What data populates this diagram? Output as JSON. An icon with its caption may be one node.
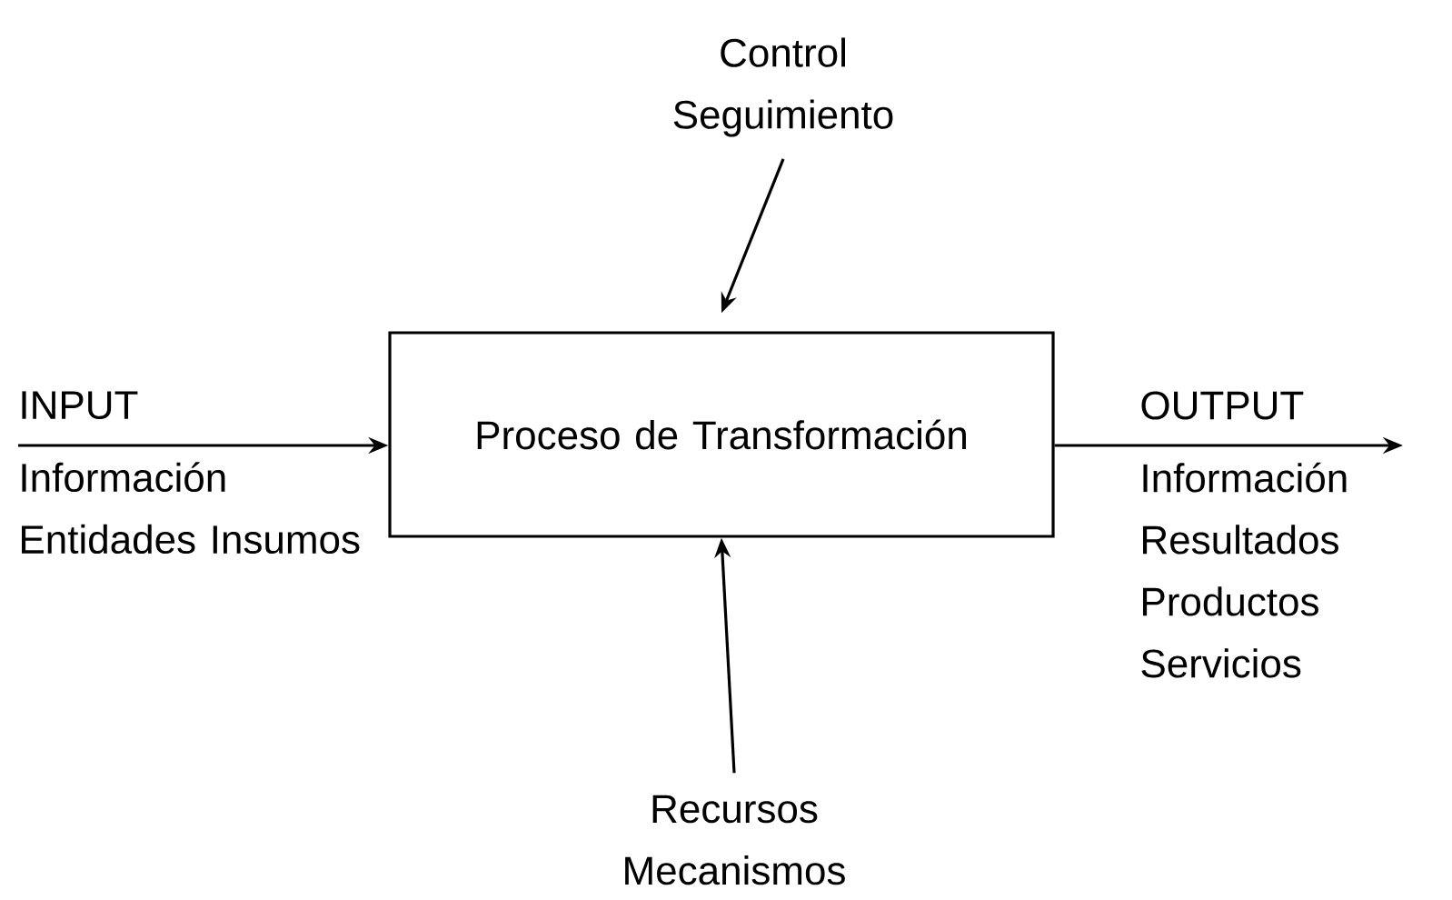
{
  "diagram": {
    "nodes": [
      {
        "text": [
          "Control Seguimiento"
        ]
      },
      {
        "text": [
          "Proceso de Transformación"
        ]
      },
      {
        "text": [
          "INPUT",
          "Información Entidades Insumos"
        ]
      },
      {
        "text": [
          "OUTPUT",
          "Información Resultados Productos Servicios"
        ]
      },
      {
        "text": [
          "Recursos Mecanismos"
        ]
      }
    ],
    "edges": [
      {
        "from": 0,
        "to": 1,
        "arrow": "to"
      },
      {
        "from": 4,
        "to": 1,
        "arrow": "to"
      },
      {
        "from": 2,
        "to": 1,
        "arrow": "to"
      },
      {
        "from": 1,
        "to": 3,
        "arrow": "to"
      }
    ]
  }
}
